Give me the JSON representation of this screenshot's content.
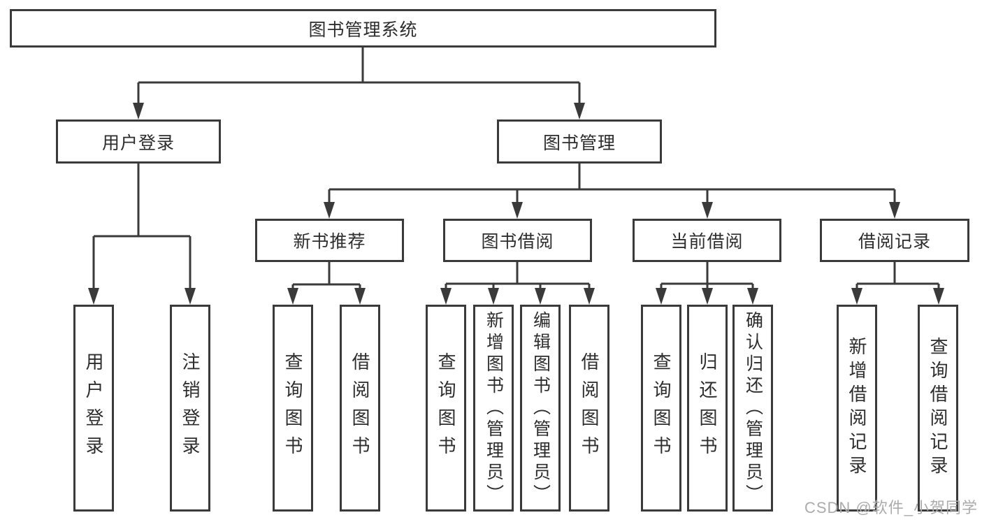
{
  "colors": {
    "background": "#ffffff",
    "line": "#3a3a3a",
    "text": "#2d2d2d",
    "watermark": "#ababab"
  },
  "watermark": {
    "text": "CSDN @软件_小贺同学"
  },
  "tree": {
    "label": "图书管理系统",
    "children": [
      {
        "label": "用户登录",
        "children": [
          {
            "label": "用户登录"
          },
          {
            "label": "注销登录"
          }
        ]
      },
      {
        "label": "图书管理",
        "children": [
          {
            "label": "新书推荐",
            "children": [
              {
                "label": "查询图书"
              },
              {
                "label": "借阅图书"
              }
            ]
          },
          {
            "label": "图书借阅",
            "children": [
              {
                "label": "查询图书"
              },
              {
                "label": "新增图书（管理员）"
              },
              {
                "label": "编辑图书（管理员）"
              },
              {
                "label": "借阅图书"
              }
            ]
          },
          {
            "label": "当前借阅",
            "children": [
              {
                "label": "查询图书"
              },
              {
                "label": "归还图书"
              },
              {
                "label": "确认归还（管理员）"
              }
            ]
          },
          {
            "label": "借阅记录",
            "children": [
              {
                "label": "新增借阅记录"
              },
              {
                "label": "查询借阅记录"
              }
            ]
          }
        ]
      }
    ]
  }
}
